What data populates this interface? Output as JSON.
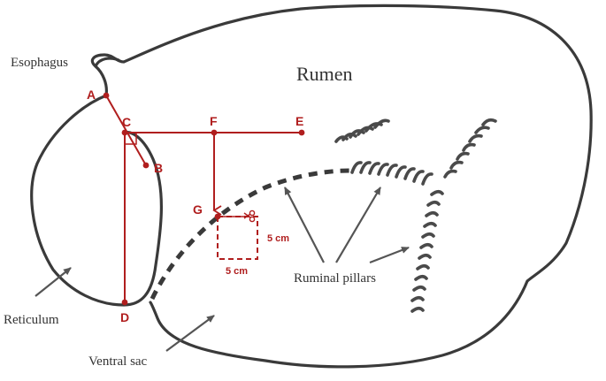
{
  "labels": {
    "rumen": "Rumen",
    "esophagus": "Esophagus",
    "reticulum": "Reticulum",
    "ventral_sac": "Ventral sac",
    "ruminal_pillars": "Ruminal pillars"
  },
  "points": {
    "A": "A",
    "B": "B",
    "C": "C",
    "D": "D",
    "E": "E",
    "F": "F",
    "G": "G"
  },
  "dimensions": {
    "width": "5 cm",
    "height": "5 cm"
  },
  "colors": {
    "outline": "#3a3a3a",
    "measurement": "#b01e1e",
    "text": "#333333"
  },
  "icons": {
    "cut": "scissors-icon"
  }
}
